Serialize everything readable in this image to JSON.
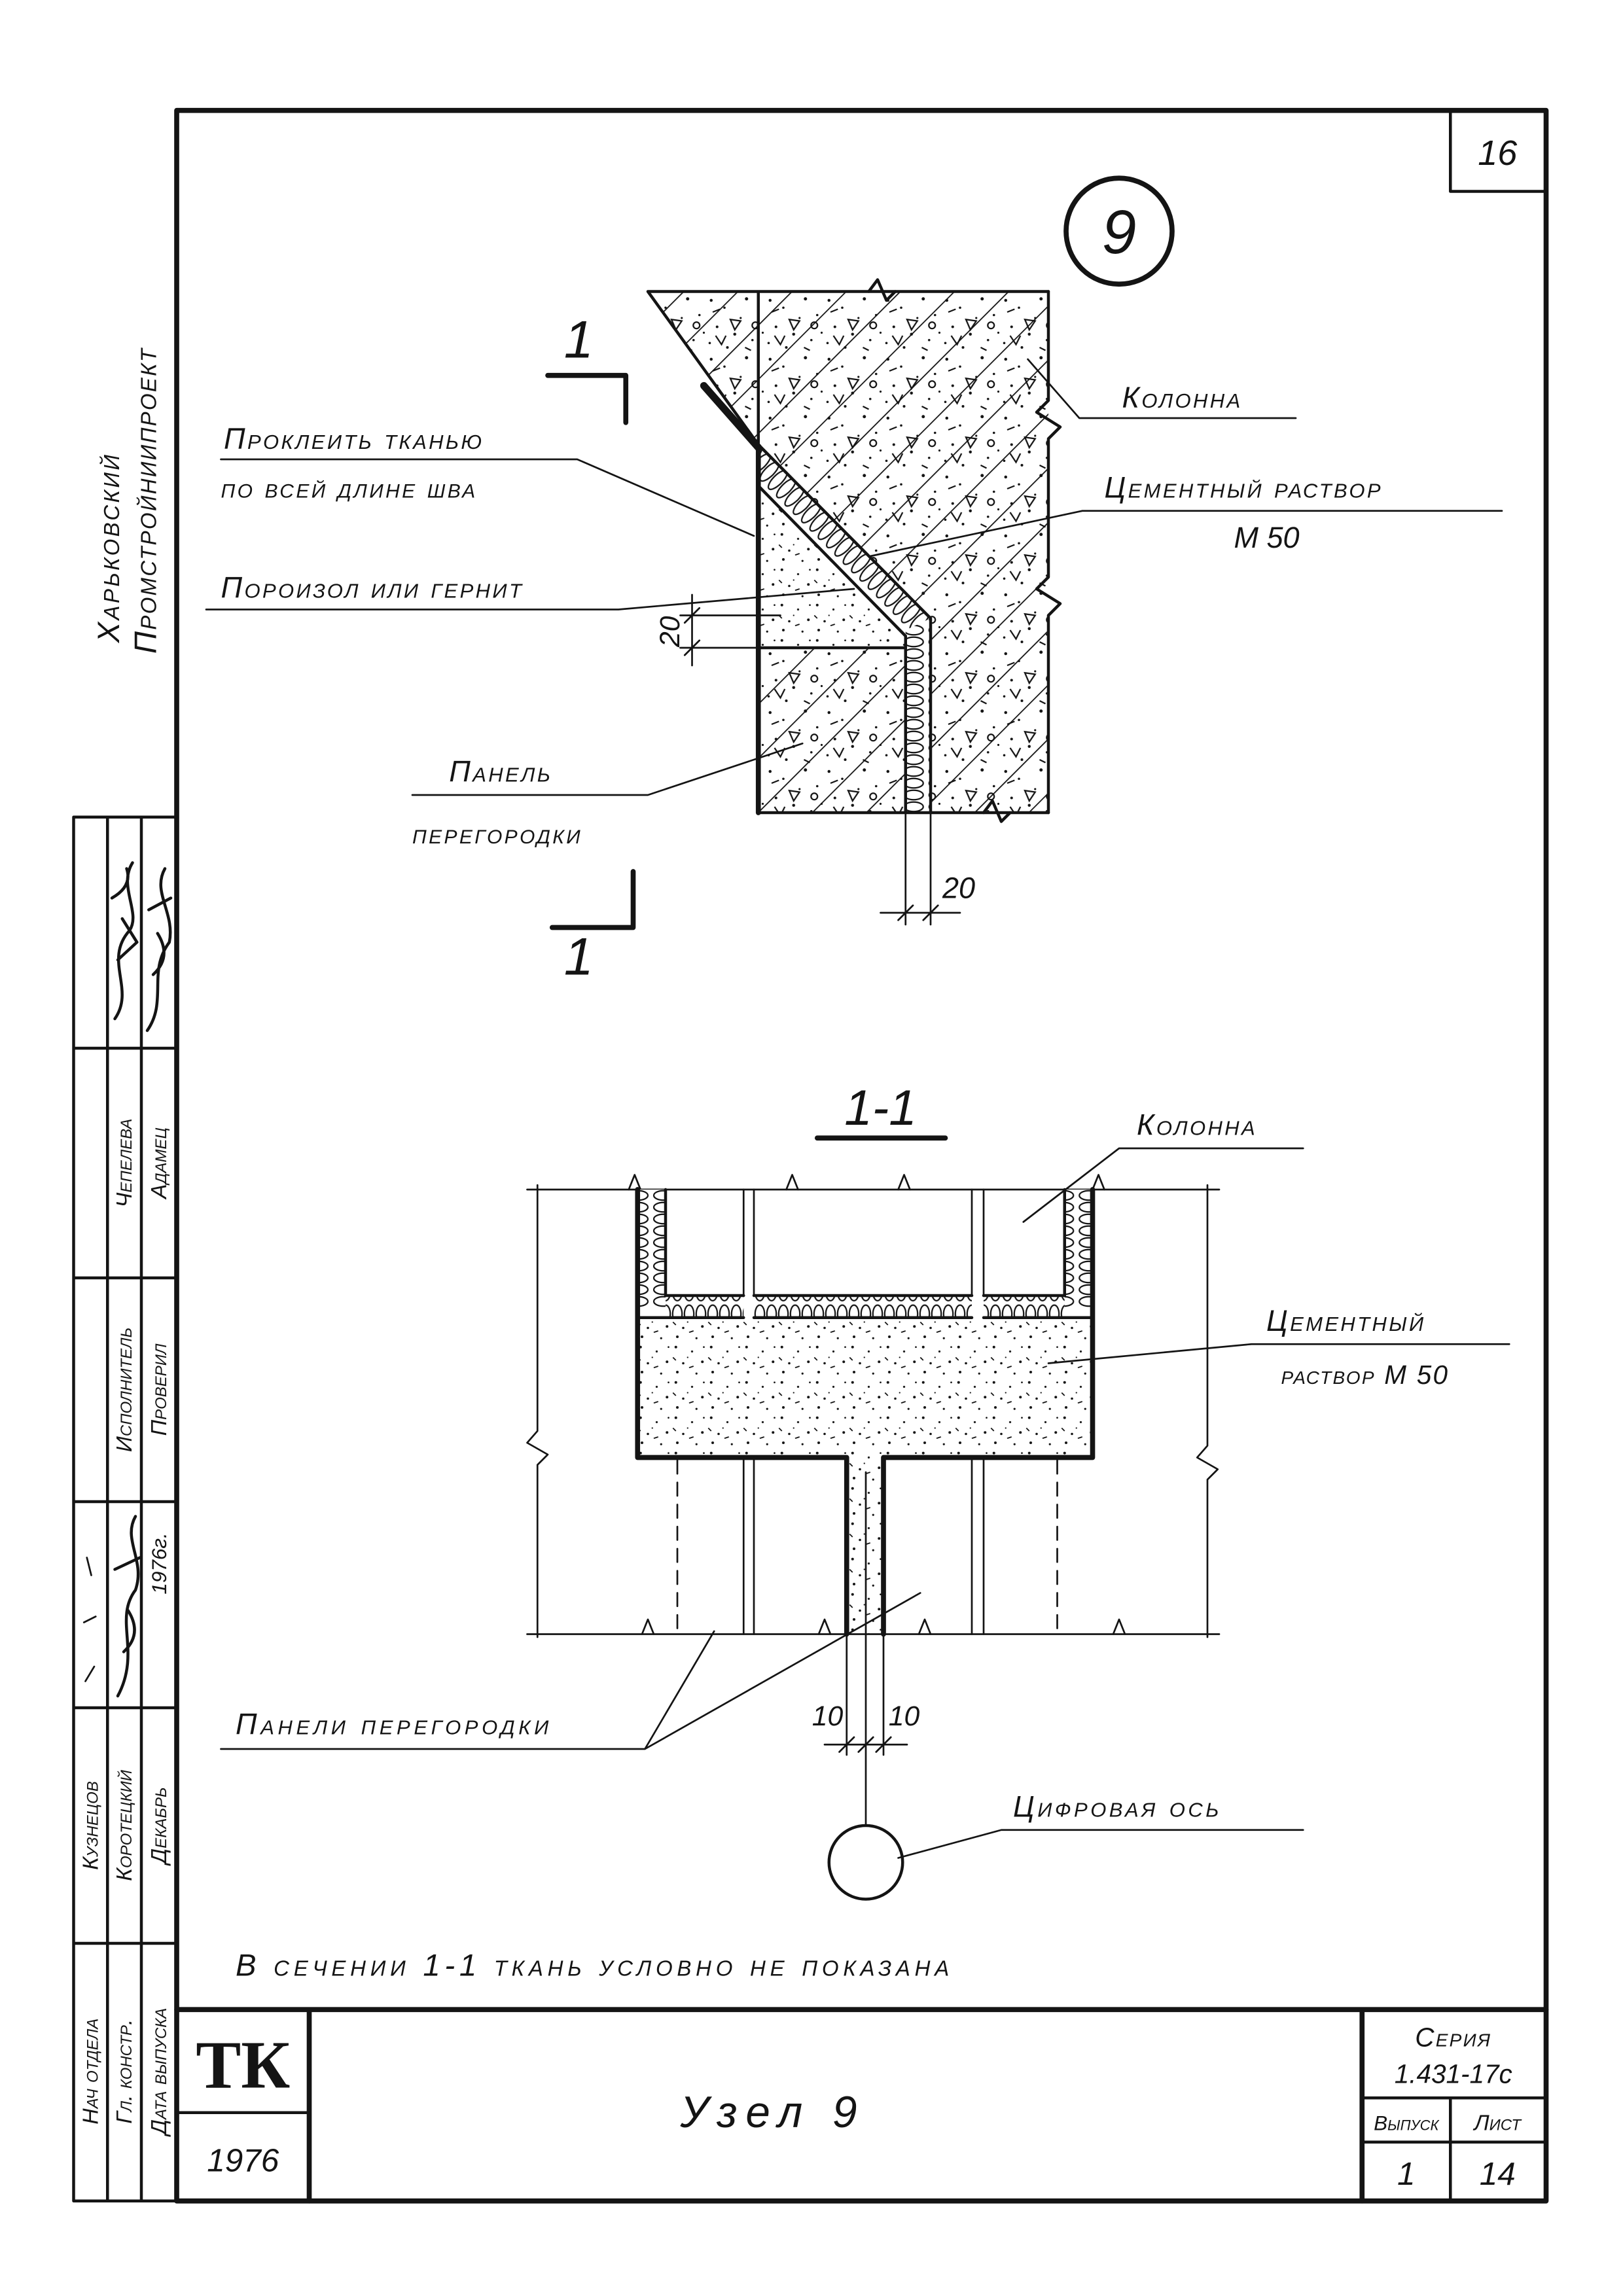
{
  "sheet": {
    "page_number": "16",
    "node_number": "9"
  },
  "organization": {
    "line1": "Харьковский",
    "line2": "Промстройниипроект"
  },
  "stamp": {
    "executor_role": "Исполнитель",
    "executor_name": "Чепелева",
    "checker_role": "Проверил",
    "checker_name": "Адамец",
    "head_role": "Нач отдела",
    "head_name": "Кузнецов",
    "chief_role": "Гл. констр.",
    "chief_name": "Коротецкий",
    "date_role": "Дата выпуска",
    "date_value": "Декабрь",
    "signature_year": "1976г."
  },
  "upper_view": {
    "column_label": "Колонна",
    "glue_label_line1": "Проклеить тканью",
    "glue_label_line2": "по всей длине шва",
    "mortar_label_line1": "Цементный раствор",
    "mortar_label_line2": "М 50",
    "filler_label": "Пороизол или гернит",
    "gap_dim": "20",
    "panel_label_line1": "Панель",
    "panel_label_line2": "перегородки",
    "joint_dim": "20",
    "section_mark_top": "1",
    "section_mark_bottom": "1"
  },
  "section_view": {
    "title": "1-1",
    "column_label": "Колонна",
    "mortar_label_line1": "Цементный",
    "mortar_label_line2": "раствор М 50",
    "panels_label": "Панели перегородки",
    "dim_left": "10",
    "dim_right": "10",
    "axis_label": "Цифровая ось"
  },
  "note": "В сечении 1-1 ткань условно не показана",
  "title_block": {
    "code": "ТК",
    "year": "1976",
    "title": "Узел 9",
    "series_label": "Серия",
    "series_value": "1.431-17с",
    "issue_label": "Выпуск",
    "sheet_label": "Лист",
    "issue_value": "1",
    "sheet_value": "14"
  }
}
